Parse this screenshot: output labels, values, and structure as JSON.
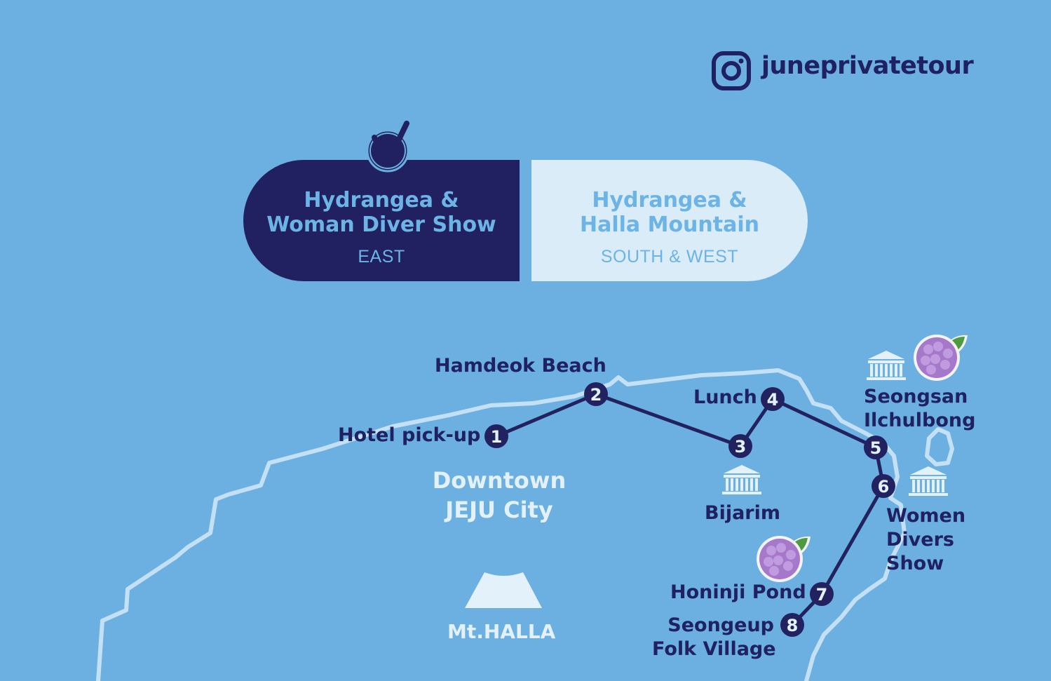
{
  "social": {
    "icon": "instagram-icon",
    "handle": "juneprivatetour"
  },
  "tabs": [
    {
      "line1": "Hydrangea &",
      "line2": "Woman Diver Show",
      "region": "EAST",
      "selected": true,
      "bg": "#212060"
    },
    {
      "line1": "Hydrangea &",
      "line2": "Halla Mountain",
      "region": "SOUTH & WEST",
      "selected": false,
      "bg": "#d9ecf8"
    }
  ],
  "route": {
    "line_color": "#21225f",
    "stops": [
      {
        "num": "1",
        "label": "Hotel pick-up"
      },
      {
        "num": "2",
        "label": "Hamdeok Beach"
      },
      {
        "num": "3",
        "label": "Bijarim",
        "badge": "unesco-icon"
      },
      {
        "num": "4",
        "label": "Lunch"
      },
      {
        "num": "5",
        "label_line1": "Seongsan",
        "label_line2": "Ilchulbong",
        "badges": [
          "unesco-icon",
          "hydrangea-icon"
        ]
      },
      {
        "num": "6",
        "label_line1": "Women",
        "label_line2": "Divers",
        "label_line3": "Show",
        "badge": "unesco-icon"
      },
      {
        "num": "7",
        "label": "Honinji Pond",
        "badge": "hydrangea-icon"
      },
      {
        "num": "8",
        "label_line1": "Seongeup",
        "label_line2": "Folk Village"
      }
    ]
  },
  "places": {
    "downtown_line1": "Downtown",
    "downtown_line2": "JEJU City",
    "mountain": "Mt.HALLA"
  },
  "colors": {
    "background": "#6bb0e0",
    "coastline": "#c4e0f5",
    "navy": "#1f2163",
    "light": "#e3f1fb"
  }
}
